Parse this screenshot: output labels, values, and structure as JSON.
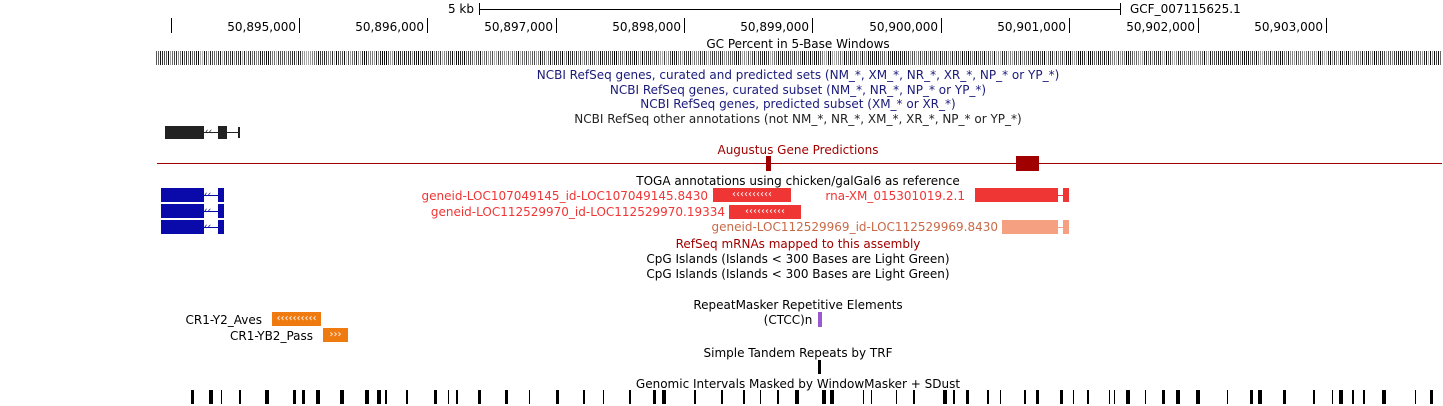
{
  "scale": {
    "label": "5 kb",
    "assembly": "GCF_007115625.1"
  },
  "ruler": {
    "positions": [
      "50,895,000",
      "50,896,000",
      "50,897,000",
      "50,898,000",
      "50,899,000",
      "50,900,000",
      "50,901,000",
      "50,902,000",
      "50,903,000"
    ]
  },
  "tracks": {
    "gc_percent": "GC Percent in 5-Base Windows",
    "refseq_all": "NCBI RefSeq genes, curated and predicted sets (NM_*, XM_*, NR_*, XR_*, NP_* or YP_*)",
    "refseq_curated": "NCBI RefSeq genes, curated subset (NM_*, NR_*, NP_* or YP_*)",
    "refseq_predicted": "NCBI RefSeq genes, predicted subset (XM_* or XR_*)",
    "refseq_other": "NCBI RefSeq other annotations (not NM_*, NR_*, XM_*, XR_*, NP_* or YP_*)",
    "augustus": "Augustus Gene Predictions",
    "toga": "TOGA annotations using chicken/galGal6 as reference",
    "refseq_mrnas": "RefSeq mRNAs mapped to this assembly",
    "cpg1": "CpG Islands (Islands < 300 Bases are Light Green)",
    "cpg2": "CpG Islands (Islands < 300 Bases are Light Green)",
    "repeatmasker": "RepeatMasker Repetitive Elements",
    "trf": "Simple Tandem Repeats by TRF",
    "windowmasker": "Genomic Intervals Masked by WindowMasker + SDust"
  },
  "features": {
    "toga1": "geneid-LOC107049145_id-LOC107049145.8430",
    "toga2": "geneid-LOC112529970_id-LOC112529970.19334",
    "rna": "rna-XM_015301019.2.1",
    "toga3": "geneid-LOC112529969_id-LOC112529969.8430",
    "repeat_ctcc": "(CTCC)n",
    "repeat_cr1_y2": "CR1-Y2_Aves",
    "repeat_cr1_yb2": "CR1-YB2_Pass"
  },
  "glyphs": {
    "left_chevrons": "‹‹‹‹‹‹‹‹‹‹",
    "right_chevrons": "›››"
  },
  "colors": {
    "track_blue": "#0a0aaa",
    "refseq_nav": "#1a1a7a",
    "augustus_red": "#a00000",
    "toga_red": "#f03535",
    "toga_light": "#f5a080",
    "repeat_orange": "#ef7a10",
    "repeat_purple": "#9b59d0"
  }
}
